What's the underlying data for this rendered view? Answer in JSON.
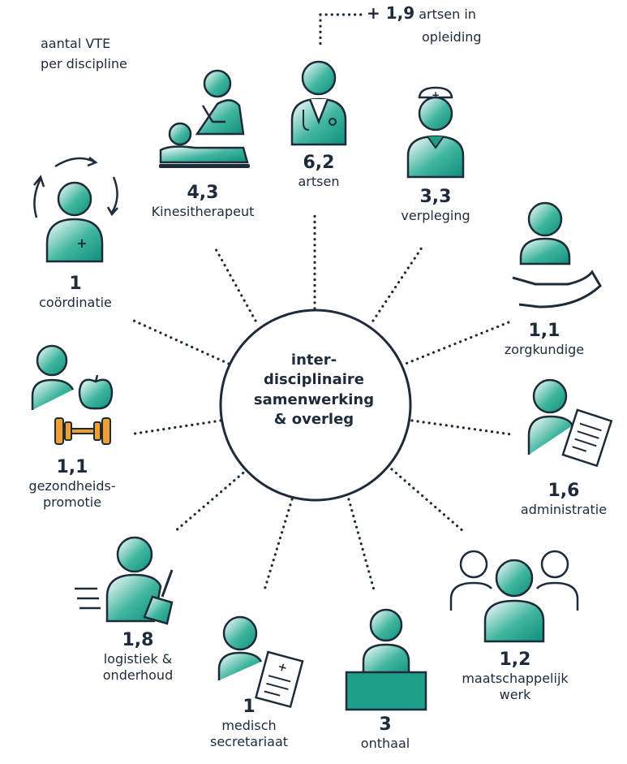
{
  "intro": {
    "line1": "aantal VTE",
    "line2": "per discipline"
  },
  "center": {
    "line1": "inter-",
    "line2": "disciplinaire",
    "line3": "samenwerking",
    "line4": "& overleg"
  },
  "extra_note": {
    "value": "+ 1,9",
    "line1": "artsen in",
    "line2": "opleiding"
  },
  "disciplines": [
    {
      "value": "6,2",
      "label": "artsen",
      "icon": "doctor-icon"
    },
    {
      "value": "3,3",
      "label": "verpleging",
      "icon": "nurse-icon"
    },
    {
      "value": "1,1",
      "label": "zorgkundige",
      "icon": "caregiver-hand-icon"
    },
    {
      "value": "1,6",
      "label": "administratie",
      "icon": "documents-icon"
    },
    {
      "value": "1,2",
      "label": "maatschappelijk",
      "label2": "werk",
      "icon": "group-icon"
    },
    {
      "value": "3",
      "label": "onthaal",
      "icon": "reception-desk-icon"
    },
    {
      "value": "1",
      "label": "medisch",
      "label2": "secretariaat",
      "icon": "medical-document-icon"
    },
    {
      "value": "1,8",
      "label": "logistiek &",
      "label2": "onderhoud",
      "icon": "cleaning-broom-icon"
    },
    {
      "value": "1,1",
      "label": "gezondheids-",
      "label2": "promotie",
      "icon": "apple-dumbbell-icon"
    },
    {
      "value": "1",
      "label": "coördinatie",
      "icon": "coordination-cycle-icon"
    },
    {
      "value": "4,3",
      "label": "Kinesitherapeut",
      "icon": "massage-icon"
    }
  ],
  "colors": {
    "teal": "#21a38b",
    "navy": "#1d2b3a",
    "orange": "#f0a031"
  }
}
